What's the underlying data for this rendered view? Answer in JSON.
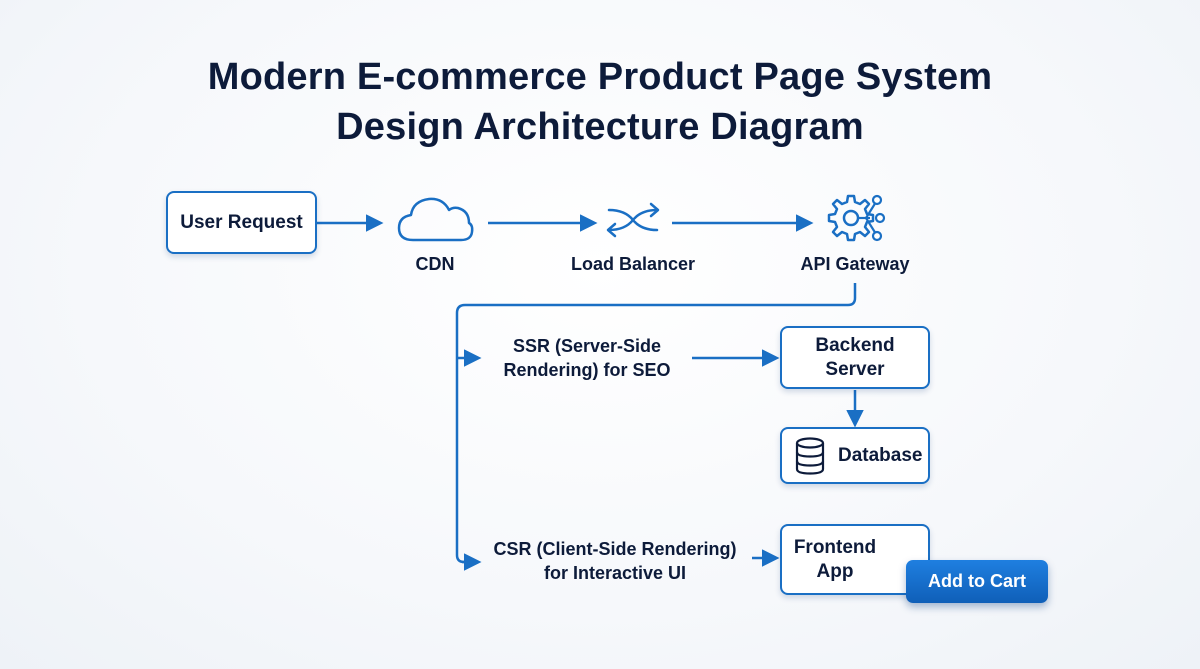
{
  "title": {
    "line1": "Modern E-commerce Product Page System",
    "line2": "Design Architecture Diagram"
  },
  "nodes": {
    "user_request": "User Request",
    "cdn": "CDN",
    "load_balancer": "Load Balancer",
    "api_gateway": "API Gateway",
    "ssr_line1": "SSR (Server-Side",
    "ssr_line2": "Rendering) for SEO",
    "backend_line1": "Backend",
    "backend_line2": "Server",
    "database": "Database",
    "csr_line1": "CSR (Client-Side Rendering)",
    "csr_line2": "for Interactive UI",
    "frontend_line1": "Frontend",
    "frontend_line2": "App",
    "add_to_cart": "Add to Cart"
  },
  "icons": {
    "cdn": "cloud-icon",
    "load_balancer": "shuffle-icon",
    "api_gateway": "gear-network-icon",
    "database": "database-icon"
  },
  "colors": {
    "accent": "#1a6fc4",
    "text": "#0d1b3a",
    "button": "#1673d1"
  }
}
